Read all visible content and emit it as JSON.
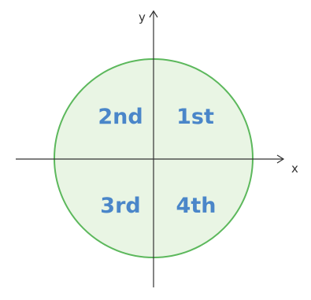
{
  "axes": {
    "x_label": "x",
    "y_label": "y"
  },
  "quadrants": {
    "first": "1st",
    "second": "2nd",
    "third": "3rd",
    "fourth": "4th"
  },
  "colors": {
    "circle_fill": "#e9f5e4",
    "circle_stroke": "#5cb85c",
    "label_color": "#4a86c9",
    "axis_color": "#333333"
  }
}
